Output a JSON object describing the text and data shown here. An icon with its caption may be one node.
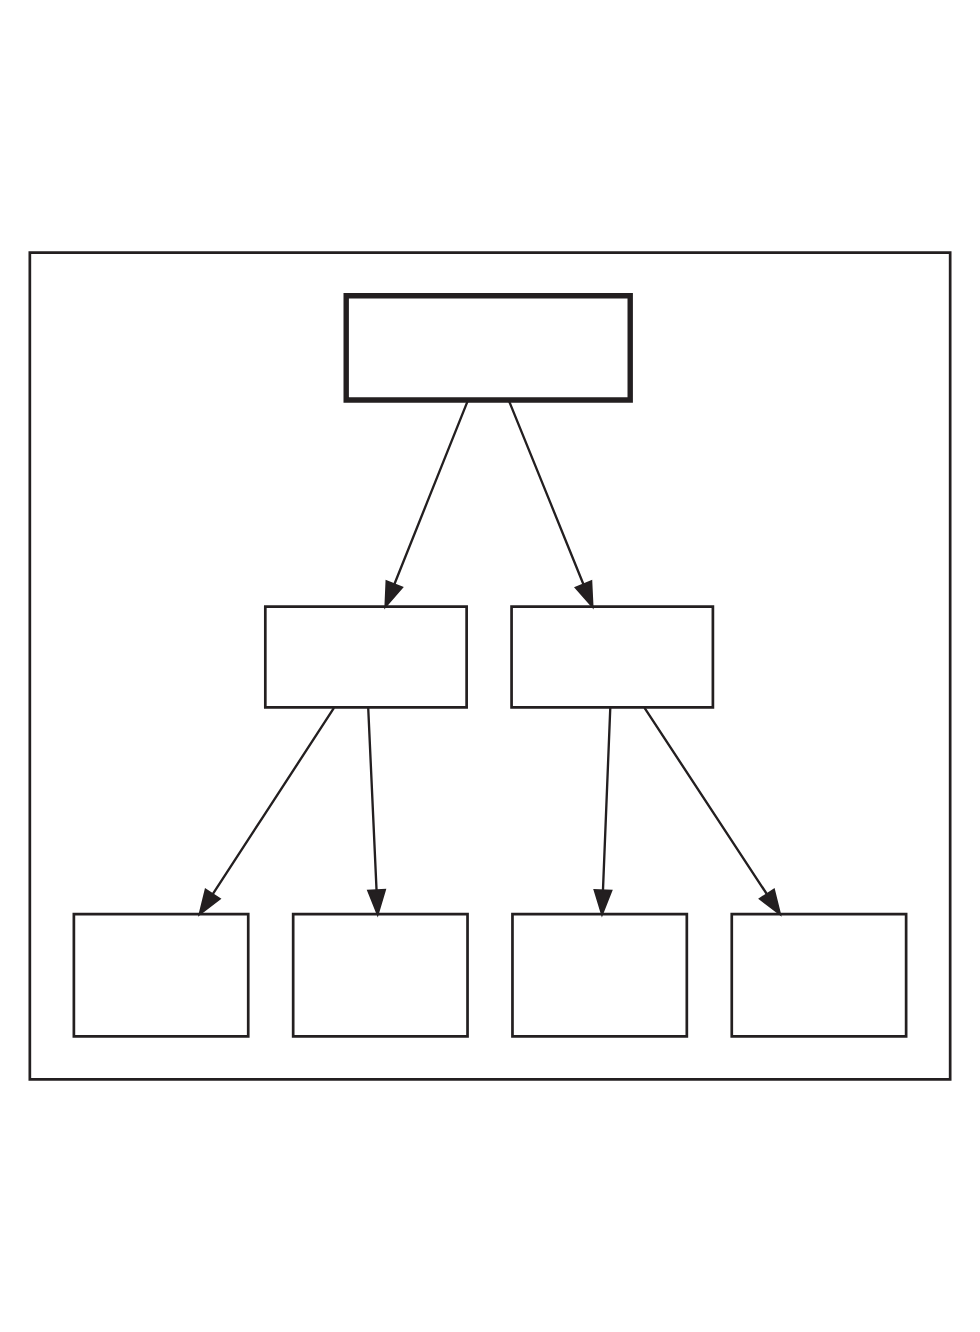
{
  "diagram": {
    "nodes": [
      {
        "text": [],
        "shape": "box"
      },
      {
        "text": [],
        "shape": "box",
        "in": 0
      },
      {
        "text": [],
        "shape": "box",
        "in": 0
      },
      {
        "text": [],
        "shape": "box",
        "in": 0
      },
      {
        "text": [],
        "shape": "box",
        "in": 0
      },
      {
        "text": [],
        "shape": "box",
        "in": 0
      },
      {
        "text": [],
        "shape": "box",
        "in": 0
      },
      {
        "text": [],
        "shape": "box",
        "in": 0
      }
    ],
    "edges": [
      {
        "from": 1,
        "to": 2,
        "arrow": "to"
      },
      {
        "from": 1,
        "to": 3,
        "arrow": "to"
      },
      {
        "from": 2,
        "to": 4,
        "arrow": "to"
      },
      {
        "from": 2,
        "to": 5,
        "arrow": "to"
      },
      {
        "from": 3,
        "to": 6,
        "arrow": "to"
      },
      {
        "from": 3,
        "to": 7,
        "arrow": "to"
      }
    ]
  }
}
